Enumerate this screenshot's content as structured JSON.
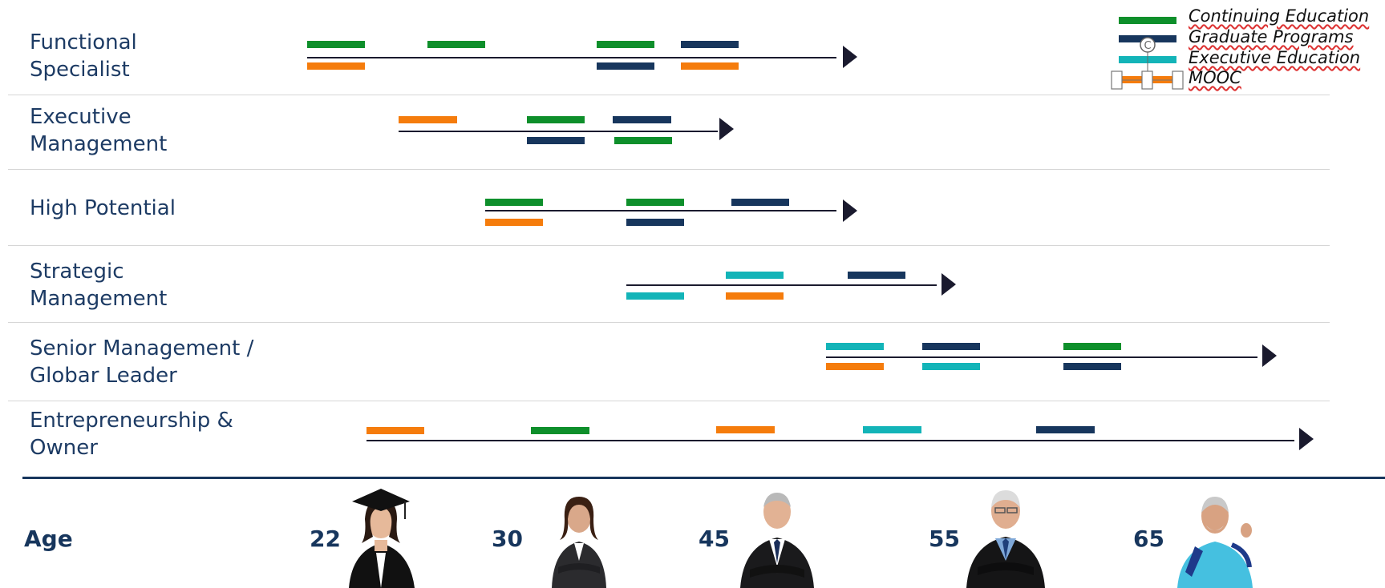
{
  "colors": {
    "continuing": "#0e8f2b",
    "graduate": "#17365d",
    "executive": "#13b4b8",
    "mooc": "#f57c0c"
  },
  "legend": [
    {
      "key": "continuing",
      "label": "Continuing Education"
    },
    {
      "key": "graduate",
      "label": "Graduate Programs"
    },
    {
      "key": "executive",
      "label": "Executive Education"
    },
    {
      "key": "mooc",
      "label": "MOOC"
    }
  ],
  "rows": [
    {
      "label": "Functional\nSpecialist"
    },
    {
      "label": "Executive\nManagement"
    },
    {
      "label": "High Potential"
    },
    {
      "label": "Strategic\nManagement"
    },
    {
      "label": "Senior Management /\nGlobar Leader"
    },
    {
      "label": "Entrepreneurship &\nOwner"
    }
  ],
  "age_axis": {
    "title": "Age",
    "ages": [
      "22",
      "30",
      "45",
      "55",
      "65"
    ]
  }
}
